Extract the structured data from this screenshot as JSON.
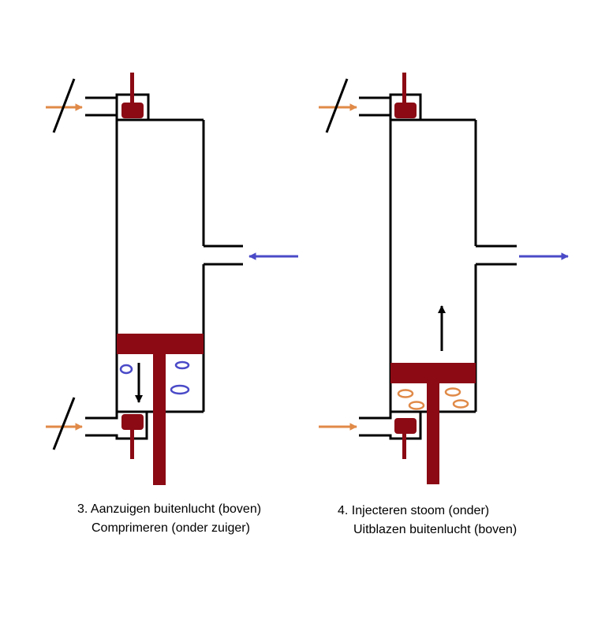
{
  "colors": {
    "line": "#000000",
    "piston": "#8b0a14",
    "intake_arrow": "#e08a48",
    "air_arrow": "#4a4ac8",
    "bubble_blue": "#4a4ac8",
    "bubble_orange": "#e08a48"
  },
  "panels": [
    {
      "id": "stage-3",
      "caption_line1": "3. Aanzuigen buitenlucht (boven)",
      "caption_line2": "Comprimeren (onder zuiger)",
      "piston_motion": "down",
      "air_flow": "in",
      "chamber_contents": "air"
    },
    {
      "id": "stage-4",
      "caption_line1": "4. Injecteren stoom (onder)",
      "caption_line2": "Uitblazen buitenlucht (boven)",
      "piston_motion": "up",
      "air_flow": "out",
      "chamber_contents": "steam"
    }
  ]
}
